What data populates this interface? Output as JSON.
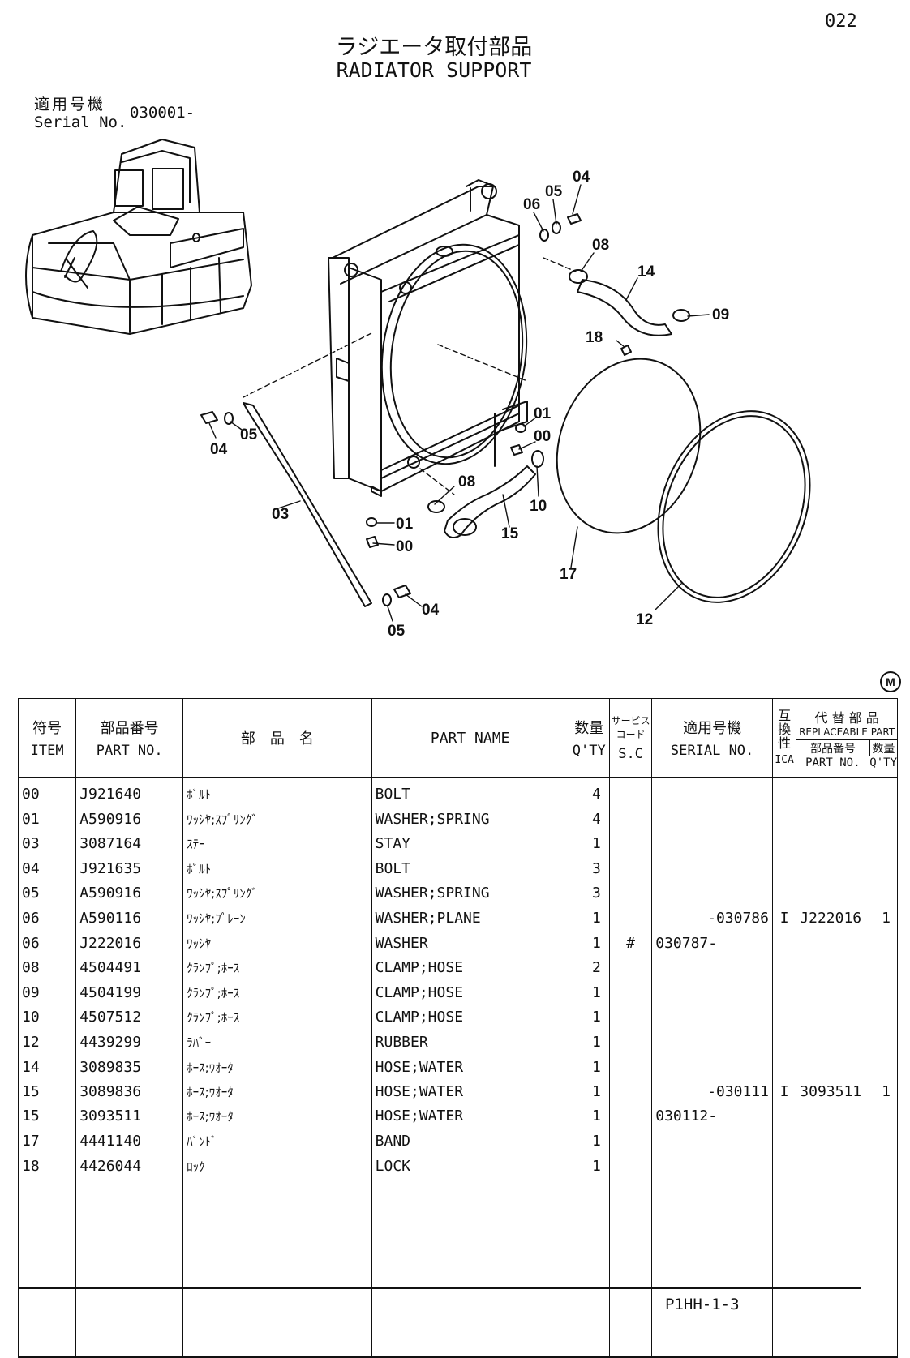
{
  "page_number": "022",
  "title_ja": "ラジエータ取付部品",
  "title_en": "RADIATOR SUPPORT",
  "serial_label_ja": "適用号機",
  "serial_label_en": "Serial No.",
  "serial_value": "030001-",
  "model_mark": "M",
  "callouts": [
    "04",
    "05",
    "06",
    "08",
    "14",
    "09",
    "18",
    "01",
    "00",
    "08",
    "10",
    "15",
    "17",
    "12",
    "03",
    "04",
    "05",
    "01",
    "00",
    "04",
    "05"
  ],
  "headers": {
    "item_ja": "符号",
    "item_en": "ITEM",
    "partno_ja": "部品番号",
    "partno_en": "PART NO.",
    "name_ja": "部　品　名",
    "name_en": "PART NAME",
    "qty_ja": "数量",
    "qty_en": "Q'TY",
    "sc_ja1": "サービス",
    "sc_ja2": "コード",
    "sc_en": "S.C",
    "serial_ja": "適用号機",
    "serial_en": "SERIAL NO.",
    "ica_ja": "互換性",
    "ica_en": "ICA",
    "repl_ja": "代 替 部 品",
    "repl_en": "REPLACEABLE PART",
    "repl_partno_ja": "部品番号",
    "repl_qty_ja": "数量",
    "repl_partno_en": "PART NO.",
    "repl_qty_en": "Q'TY"
  },
  "rows": [
    {
      "item": "00",
      "part_no": "J921640",
      "name_ja": "ﾎﾞﾙﾄ",
      "name_en": "BOLT",
      "qty": "4",
      "sc": "",
      "serial_from": "",
      "serial_to": "",
      "ica": "",
      "repl_part": "",
      "repl_qty": ""
    },
    {
      "item": "01",
      "part_no": "A590916",
      "name_ja": "ﾜｯｼﾔ;ｽﾌﾟﾘﾝｸﾞ",
      "name_en": "WASHER;SPRING",
      "qty": "4",
      "sc": "",
      "serial_from": "",
      "serial_to": "",
      "ica": "",
      "repl_part": "",
      "repl_qty": ""
    },
    {
      "item": "03",
      "part_no": "3087164",
      "name_ja": "ｽﾃｰ",
      "name_en": "STAY",
      "qty": "1",
      "sc": "",
      "serial_from": "",
      "serial_to": "",
      "ica": "",
      "repl_part": "",
      "repl_qty": ""
    },
    {
      "item": "04",
      "part_no": "J921635",
      "name_ja": "ﾎﾞﾙﾄ",
      "name_en": "BOLT",
      "qty": "3",
      "sc": "",
      "serial_from": "",
      "serial_to": "",
      "ica": "",
      "repl_part": "",
      "repl_qty": ""
    },
    {
      "item": "05",
      "part_no": "A590916",
      "name_ja": "ﾜｯｼﾔ;ｽﾌﾟﾘﾝｸﾞ",
      "name_en": "WASHER;SPRING",
      "qty": "3",
      "sc": "",
      "serial_from": "",
      "serial_to": "",
      "ica": "",
      "repl_part": "",
      "repl_qty": ""
    },
    {
      "item": "06",
      "part_no": "A590116",
      "name_ja": "ﾜｯｼﾔ;ﾌﾟﾚｰﾝ",
      "name_en": "WASHER;PLANE",
      "qty": "1",
      "sc": "",
      "serial_from": "",
      "serial_to": "-030786",
      "ica": "I",
      "repl_part": "J222016",
      "repl_qty": "1"
    },
    {
      "item": "06",
      "part_no": "J222016",
      "name_ja": "ﾜｯｼﾔ",
      "name_en": "WASHER",
      "qty": "1",
      "sc": "#",
      "serial_from": "030787-",
      "serial_to": "",
      "ica": "",
      "repl_part": "",
      "repl_qty": ""
    },
    {
      "item": "08",
      "part_no": "4504491",
      "name_ja": "ｸﾗﾝﾌﾟ;ﾎｰｽ",
      "name_en": "CLAMP;HOSE",
      "qty": "2",
      "sc": "",
      "serial_from": "",
      "serial_to": "",
      "ica": "",
      "repl_part": "",
      "repl_qty": ""
    },
    {
      "item": "09",
      "part_no": "4504199",
      "name_ja": "ｸﾗﾝﾌﾟ;ﾎｰｽ",
      "name_en": "CLAMP;HOSE",
      "qty": "1",
      "sc": "",
      "serial_from": "",
      "serial_to": "",
      "ica": "",
      "repl_part": "",
      "repl_qty": ""
    },
    {
      "item": "10",
      "part_no": "4507512",
      "name_ja": "ｸﾗﾝﾌﾟ;ﾎｰｽ",
      "name_en": "CLAMP;HOSE",
      "qty": "1",
      "sc": "",
      "serial_from": "",
      "serial_to": "",
      "ica": "",
      "repl_part": "",
      "repl_qty": ""
    },
    {
      "item": "12",
      "part_no": "4439299",
      "name_ja": "ﾗﾊﾞｰ",
      "name_en": "RUBBER",
      "qty": "1",
      "sc": "",
      "serial_from": "",
      "serial_to": "",
      "ica": "",
      "repl_part": "",
      "repl_qty": ""
    },
    {
      "item": "14",
      "part_no": "3089835",
      "name_ja": "ﾎｰｽ;ｳｵｰﾀ",
      "name_en": "HOSE;WATER",
      "qty": "1",
      "sc": "",
      "serial_from": "",
      "serial_to": "",
      "ica": "",
      "repl_part": "",
      "repl_qty": ""
    },
    {
      "item": "15",
      "part_no": "3089836",
      "name_ja": "ﾎｰｽ;ｳｵｰﾀ",
      "name_en": "HOSE;WATER",
      "qty": "1",
      "sc": "",
      "serial_from": "",
      "serial_to": "-030111",
      "ica": "I",
      "repl_part": "3093511",
      "repl_qty": "1"
    },
    {
      "item": "15",
      "part_no": "3093511",
      "name_ja": "ﾎｰｽ;ｳｵｰﾀ",
      "name_en": "HOSE;WATER",
      "qty": "1",
      "sc": "",
      "serial_from": "030112-",
      "serial_to": "",
      "ica": "",
      "repl_part": "",
      "repl_qty": ""
    },
    {
      "item": "17",
      "part_no": "4441140",
      "name_ja": "ﾊﾞﾝﾄﾞ",
      "name_en": "BAND",
      "qty": "1",
      "sc": "",
      "serial_from": "",
      "serial_to": "",
      "ica": "",
      "repl_part": "",
      "repl_qty": ""
    },
    {
      "item": "18",
      "part_no": "4426044",
      "name_ja": "ﾛｯｸ",
      "name_en": "LOCK",
      "qty": "1",
      "sc": "",
      "serial_from": "",
      "serial_to": "",
      "ica": "",
      "repl_part": "",
      "repl_qty": ""
    }
  ],
  "footer_code": "P1HH-1-3"
}
